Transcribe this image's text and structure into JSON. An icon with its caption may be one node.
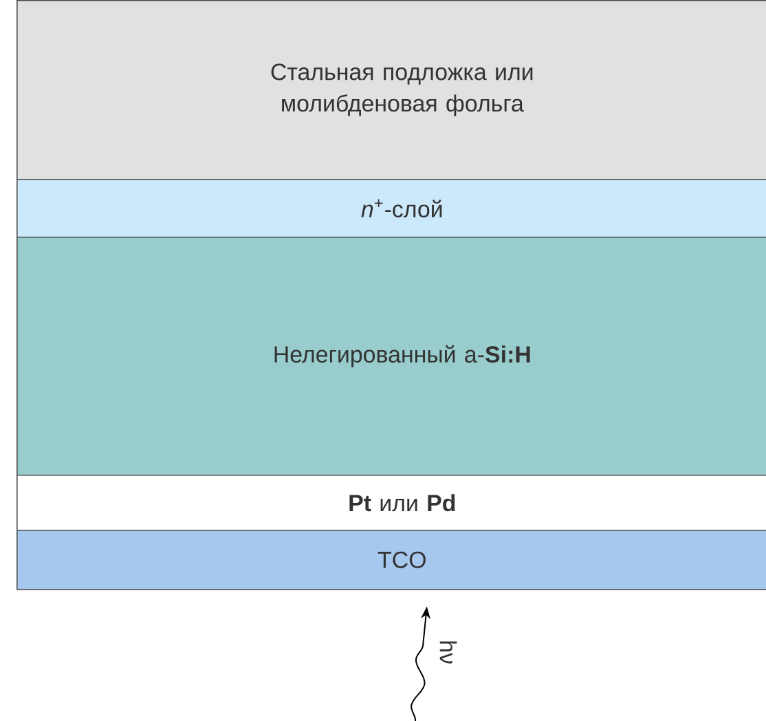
{
  "diagram": {
    "nodes": [
      {
        "text": [
          "Стальная подложка или молибденовая фольга"
        ]
      },
      {
        "text": [
          "*n*$^{+}$-слой"
        ]
      },
      {
        "text": [
          "Нелегированный a-**Si:H**"
        ]
      },
      {
        "text": [
          "**Pt** или **Pd**"
        ]
      },
      {
        "text": [
          "TCO"
        ]
      }
    ],
    "edges": [
      {
        "from": null,
        "to": 4,
        "arrow": "to",
        "label": "hν"
      }
    ]
  }
}
